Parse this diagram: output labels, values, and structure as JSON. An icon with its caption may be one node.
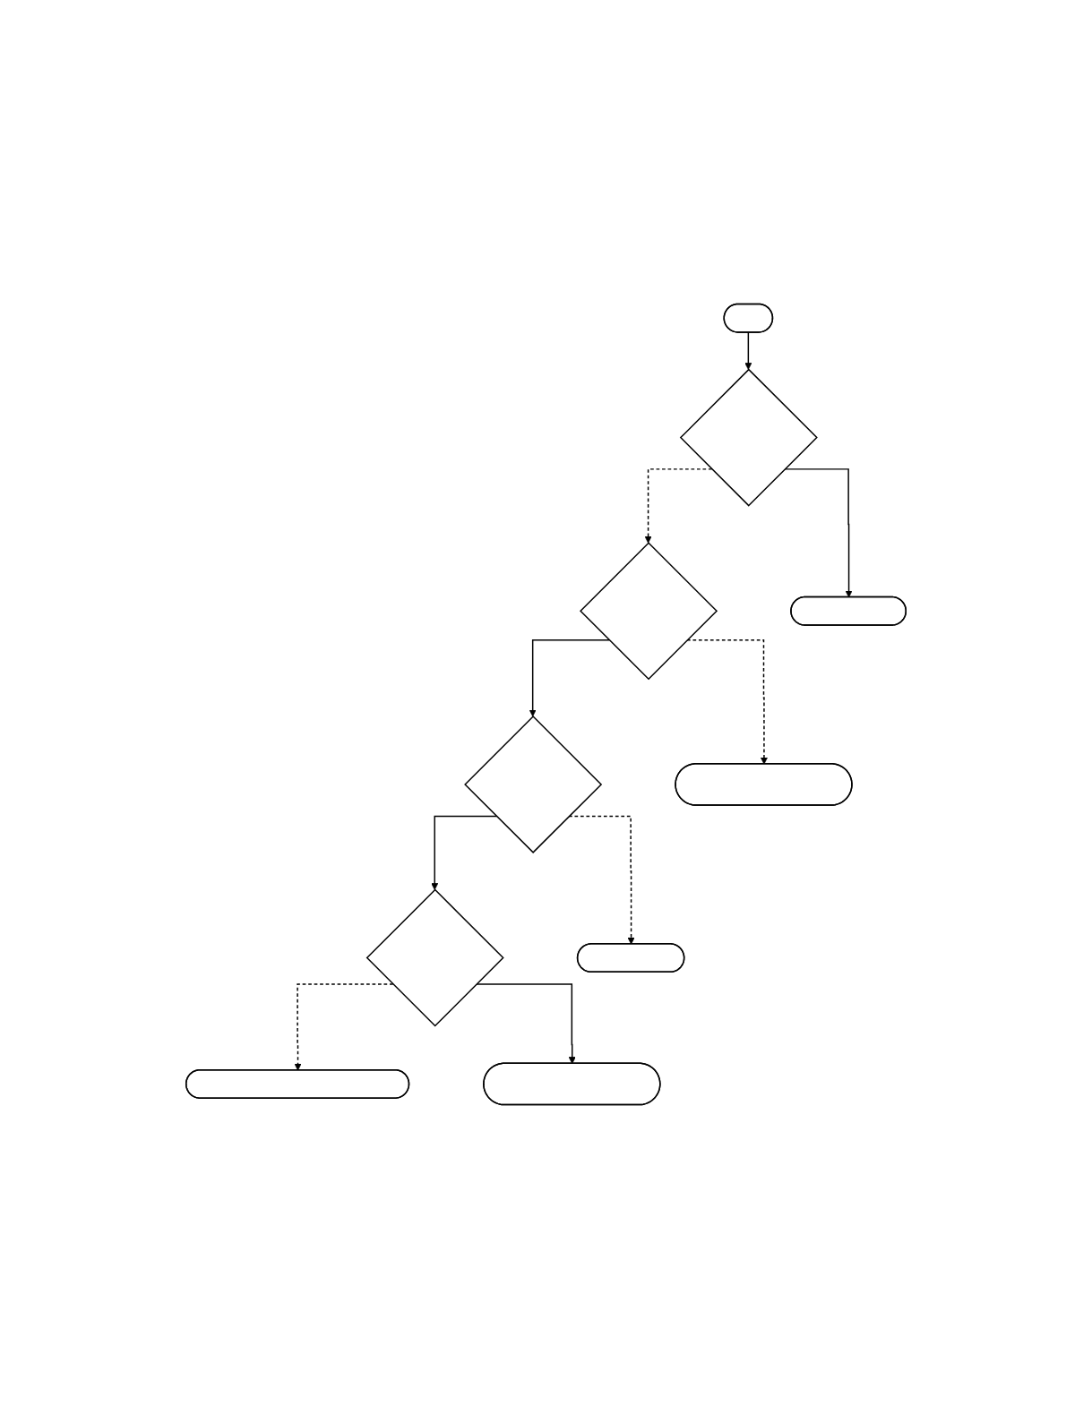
{
  "diagram": {
    "nodes": [
      {
        "text": [],
        "shape": "stadium"
      },
      {
        "text": [],
        "shape": "diamond"
      },
      {
        "text": [],
        "shape": "stadium"
      },
      {
        "text": [],
        "shape": "diamond"
      },
      {
        "text": [],
        "shape": "stadium"
      },
      {
        "text": [],
        "shape": "diamond"
      },
      {
        "text": [],
        "shape": "stadium"
      },
      {
        "text": [],
        "shape": "diamond"
      },
      {
        "text": [],
        "shape": "stadium"
      },
      {
        "text": [],
        "shape": "stadium"
      }
    ],
    "edges": [
      {
        "from": 0,
        "to": 1,
        "arrow": "to"
      },
      {
        "from": 1,
        "to": 3,
        "arrow": "to",
        "style": "dashed"
      },
      {
        "from": 3,
        "to": 5,
        "arrow": "to"
      },
      {
        "from": 5,
        "to": 7,
        "arrow": "to"
      },
      {
        "from": 7,
        "to": 9,
        "arrow": "to",
        "style": "dashed"
      },
      {
        "from": 1,
        "to": 2,
        "arrow": "to"
      },
      {
        "from": 3,
        "to": 4,
        "arrow": "to",
        "style": "dashed"
      },
      {
        "from": 5,
        "to": 6,
        "arrow": "to",
        "style": "dashed"
      },
      {
        "from": 7,
        "to": 8,
        "arrow": "to"
      }
    ]
  }
}
